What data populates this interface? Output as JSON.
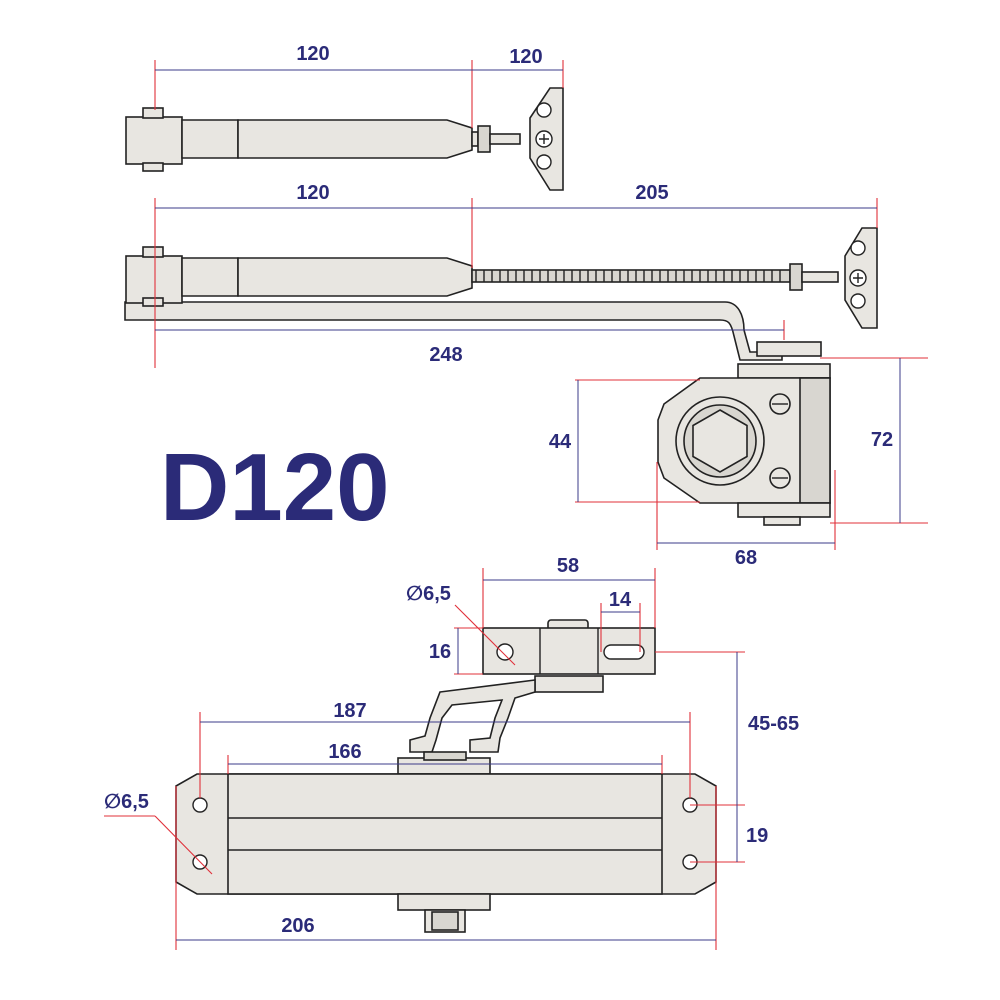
{
  "title": "D120",
  "colors": {
    "dimension_text": "#2b2b78",
    "dimension_line": "#3b3b88",
    "extension_line": "#e0303a",
    "part_fill": "#e8e6e1",
    "outline": "#222222"
  },
  "top_view": {
    "arm_length": "120",
    "arm_extension": "120"
  },
  "middle_view": {
    "arm_length": "120",
    "rod_length": "205",
    "total_length": "248"
  },
  "side_view": {
    "width": "68",
    "inner_height": "44",
    "total_height": "72"
  },
  "bracket_view": {
    "width": "58",
    "slot_length": "14",
    "hole_diameter": "∅6,5",
    "height": "16"
  },
  "body_view": {
    "hole_spacing": "187",
    "body_length": "166",
    "total_length": "206",
    "hole_diameter": "∅6,5",
    "vertical_offset": "45-65",
    "hole_vertical_spacing": "19"
  }
}
